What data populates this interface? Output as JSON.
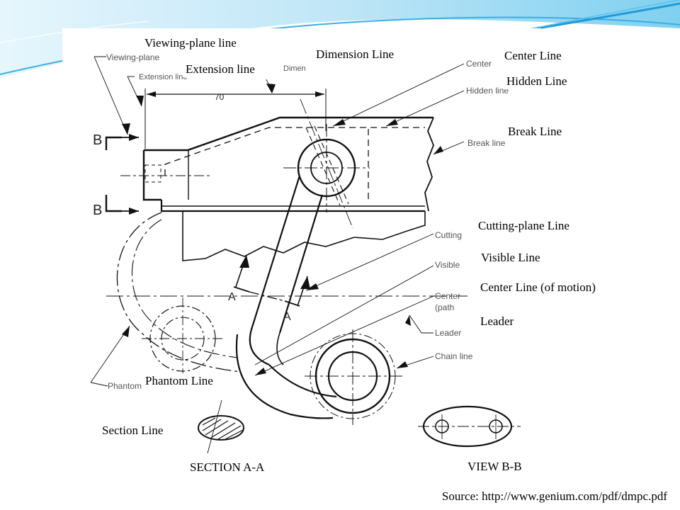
{
  "labels": {
    "viewing_plane": "Viewing-plane line",
    "extension": "Extension line",
    "dimension": "Dimension Line",
    "center": "Center Line",
    "hidden": "Hidden Line",
    "break": "Break Line",
    "cutting_plane": "Cutting-plane Line",
    "visible": "Visible Line",
    "center_motion": "Center Line (of motion)",
    "leader": "Leader",
    "phantom": "Phantom Line",
    "section_line": "Section Line",
    "section_aa": "SECTION A-A",
    "view_bb": "VIEW B-B"
  },
  "drawing": {
    "dimension_value": "70",
    "view_letter": "B",
    "section_letter": "A",
    "orig_viewing_plane": "Viewing-plane",
    "orig_extension": "Extension line",
    "orig_dimension": "Dimen",
    "orig_center": "Center",
    "orig_hidden": "Hidden line",
    "orig_break": "Break line",
    "orig_cutting": "Cutting",
    "orig_visible": "Visible",
    "orig_center_path_1": "Center",
    "orig_center_path_2": "(path",
    "orig_leader": "Leader",
    "orig_chain": "Chain line",
    "orig_phantom": "Phantom"
  },
  "source": "Source: http://www.genium.com/pdf/dmpc.pdf",
  "colors": {
    "bg_wave_dark": "#1f9bd7",
    "bg_wave_light": "#bfe6f7",
    "ink": "#111111"
  }
}
